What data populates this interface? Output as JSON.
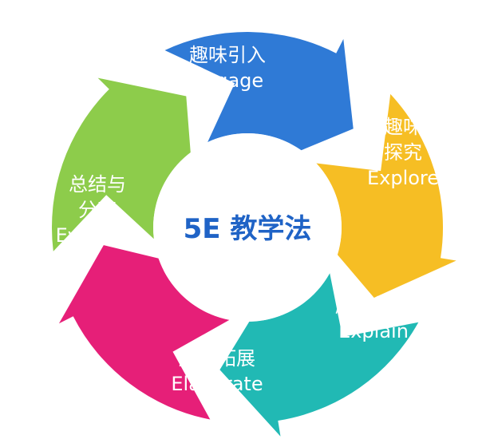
{
  "center_title": "5E 教学法",
  "stages": [
    {
      "lines": [
        "趣味引入",
        "Engage"
      ],
      "color": "#2f7ad6"
    },
    {
      "lines": [
        "趣味",
        "探究",
        "Explore"
      ],
      "color": "#f6be24"
    },
    {
      "lines": [
        "趣味解释",
        "Explain"
      ],
      "color": "#21b9b4"
    },
    {
      "lines": [
        "趣味拓展",
        "Elaborate"
      ],
      "color": "#e61f78"
    },
    {
      "lines": [
        "总结与",
        "分享",
        "Evaluate"
      ],
      "color": "#8dcc4b"
    }
  ]
}
